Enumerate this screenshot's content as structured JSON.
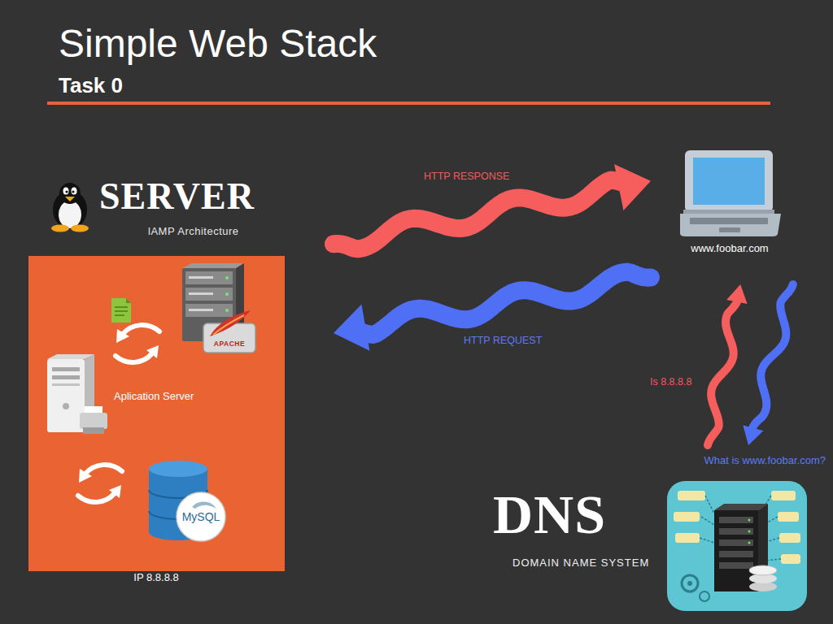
{
  "diagram": {
    "title": "Simple Web Stack",
    "nodes": [
      {
        "text": [
          "SERVER",
          "lAMP Architecture",
          "IP 8.8.8.8"
        ]
      },
      {
        "text": [
          "www.foobar.com"
        ]
      },
      {
        "text": [
          "DNS",
          "DOMAIN NAME SYSTEM"
        ]
      }
    ],
    "edges": [
      {
        "from": 1,
        "to": 0,
        "arrow": "to",
        "label": "HTTP REQUEST"
      },
      {
        "from": 0,
        "to": 1,
        "arrow": "to",
        "label": "HTTP RESPONSE"
      },
      {
        "from": 1,
        "to": 2,
        "arrow": "to",
        "label": "What is www.foobar.com?"
      },
      {
        "from": 2,
        "to": 1,
        "arrow": "to",
        "label": "Is 8.8.8.8"
      }
    ],
    "labels": [
      "Task 0",
      "Aplication Server",
      "APACHE",
      "MySQL"
    ]
  }
}
